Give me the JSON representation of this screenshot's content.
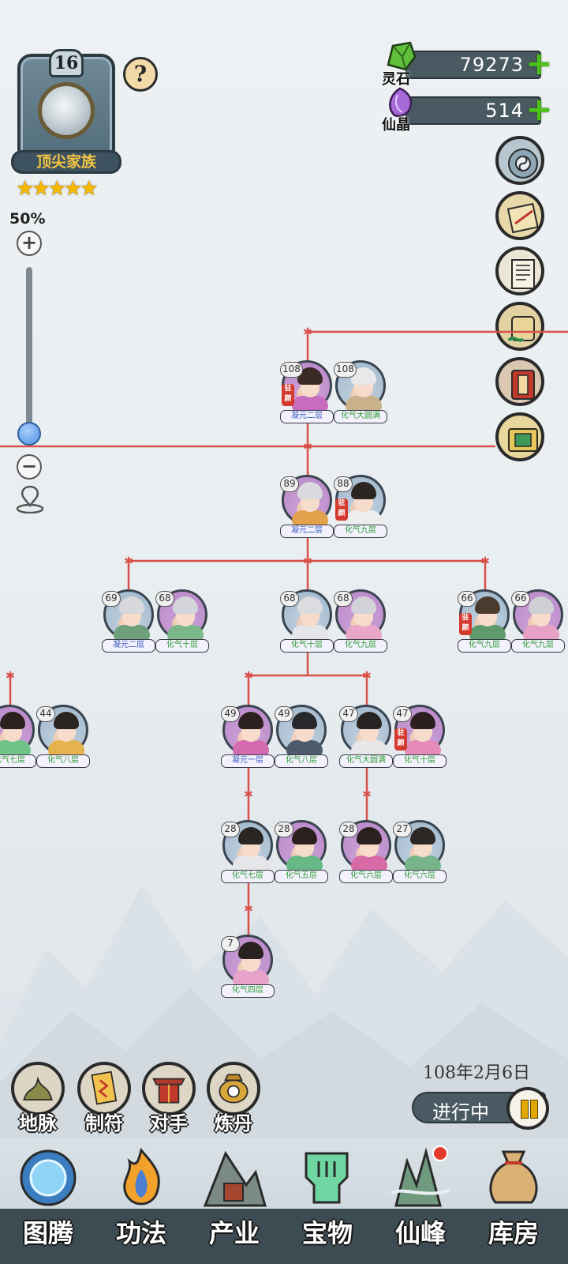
{
  "clan": {
    "level": "16",
    "rank_name": "顶尖家族",
    "stars": "★★★★★",
    "help_label": "?"
  },
  "zoom": {
    "percent": "50%",
    "value": 0.06,
    "plus": "+",
    "minus": "−"
  },
  "currencies": [
    {
      "label": "灵石",
      "value": "79273",
      "plus": "+",
      "color": "#4dc318"
    },
    {
      "label": "仙晶",
      "value": "514",
      "plus": "+",
      "color": "#9b5bd3"
    }
  ],
  "side_buttons": [
    "gear-icon",
    "map-icon",
    "book-icon",
    "scroll-icon",
    "red-book-icon",
    "plaque-icon"
  ],
  "members": [
    {
      "id": "g1a",
      "age": "108",
      "stage": "凝元二层",
      "stage_color": "blue",
      "gender": "f",
      "seal": "驻颜",
      "hair": "#3b2a24",
      "outfit": "#c86cc0"
    },
    {
      "id": "g1b",
      "age": "108",
      "stage": "化气大圆满",
      "stage_color": "green",
      "gender": "m",
      "seal": "",
      "hair": "#e8e8ea",
      "outfit": "#c9b28b"
    },
    {
      "id": "g2a",
      "age": "89",
      "stage": "凝元二层",
      "stage_color": "blue",
      "gender": "f",
      "seal": "",
      "hair": "#d9d9df",
      "outfit": "#e2a14a"
    },
    {
      "id": "g2b",
      "age": "88",
      "stage": "化气九层",
      "stage_color": "green",
      "gender": "m",
      "seal": "驻颜",
      "hair": "#2c2622",
      "outfit": "#eeeeee"
    },
    {
      "id": "g3a",
      "age": "69",
      "stage": "凝元二层",
      "stage_color": "blue",
      "gender": "m",
      "seal": "",
      "hair": "#d7d7dc",
      "outfit": "#6ea07d"
    },
    {
      "id": "g3b",
      "age": "68",
      "stage": "化气十层",
      "stage_color": "green",
      "gender": "f",
      "seal": "",
      "hair": "#d4d4da",
      "outfit": "#7ab88a"
    },
    {
      "id": "g3c",
      "age": "68",
      "stage": "化气十层",
      "stage_color": "green",
      "gender": "m",
      "seal": "",
      "hair": "#dcdce0",
      "outfit": "#e6e6ea"
    },
    {
      "id": "g3d",
      "age": "68",
      "stage": "化气九层",
      "stage_color": "green",
      "gender": "f",
      "seal": "",
      "hair": "#d2d2d8",
      "outfit": "#e8a6c8"
    },
    {
      "id": "g3e",
      "age": "66",
      "stage": "化气九层",
      "stage_color": "green",
      "gender": "m",
      "seal": "驻颜",
      "hair": "#4b3a2e",
      "outfit": "#5f9a6a"
    },
    {
      "id": "g3f",
      "age": "66",
      "stage": "化气九层",
      "stage_color": "green",
      "gender": "f",
      "seal": "",
      "hair": "#cfcfd4",
      "outfit": "#e7a1c6"
    },
    {
      "id": "g4a",
      "age": "",
      "stage": "化气七层",
      "stage_color": "green",
      "gender": "f",
      "seal": "",
      "hair": "#2b2220",
      "outfit": "#6ec489"
    },
    {
      "id": "g4b",
      "age": "44",
      "stage": "化气八层",
      "stage_color": "green",
      "gender": "m",
      "seal": "",
      "hair": "#2a2420",
      "outfit": "#e4b24e"
    },
    {
      "id": "g4c",
      "age": "49",
      "stage": "凝元一层",
      "stage_color": "blue",
      "gender": "f",
      "seal": "",
      "hair": "#2c211e",
      "outfit": "#d46ab0"
    },
    {
      "id": "g4d",
      "age": "49",
      "stage": "化气八层",
      "stage_color": "green",
      "gender": "m",
      "seal": "",
      "hair": "#27282c",
      "outfit": "#4d5a6b"
    },
    {
      "id": "g4e",
      "age": "47",
      "stage": "化气大圆满",
      "stage_color": "green",
      "gender": "m",
      "seal": "",
      "hair": "#262322",
      "outfit": "#e7e7ea"
    },
    {
      "id": "g4f",
      "age": "47",
      "stage": "化气十层",
      "stage_color": "green",
      "gender": "f",
      "seal": "驻颜",
      "hair": "#2a1f1e",
      "outfit": "#e58bb8"
    },
    {
      "id": "g5a",
      "age": "28",
      "stage": "化气七层",
      "stage_color": "green",
      "gender": "m",
      "seal": "",
      "hair": "#2a2624",
      "outfit": "#e6e6ea"
    },
    {
      "id": "g5b",
      "age": "28",
      "stage": "化气五层",
      "stage_color": "green",
      "gender": "f",
      "seal": "",
      "hair": "#2b1f1f",
      "outfit": "#66b884"
    },
    {
      "id": "g5c",
      "age": "28",
      "stage": "化气六层",
      "stage_color": "green",
      "gender": "f",
      "seal": "",
      "hair": "#2a201d",
      "outfit": "#d96aa8"
    },
    {
      "id": "g5d",
      "age": "27",
      "stage": "化气六层",
      "stage_color": "green",
      "gender": "m",
      "seal": "",
      "hair": "#2d2825",
      "outfit": "#77b48a"
    },
    {
      "id": "g6a",
      "age": "7",
      "stage": "化气四层",
      "stage_color": "green",
      "gender": "f",
      "seal": "",
      "hair": "#2a2220",
      "outfit": "#e6a2c9"
    }
  ],
  "date": "108年2月6日",
  "status": "进行中",
  "quick_actions": [
    {
      "label": "地脉",
      "icon": "earth-vein-icon"
    },
    {
      "label": "制符",
      "icon": "talisman-icon"
    },
    {
      "label": "对手",
      "icon": "rival-gate-icon"
    },
    {
      "label": "炼丹",
      "icon": "alchemy-furnace-icon"
    }
  ],
  "nav": [
    {
      "label": "图腾",
      "icon": "totem-icon",
      "badge": false
    },
    {
      "label": "功法",
      "icon": "technique-flame-icon",
      "badge": false
    },
    {
      "label": "产业",
      "icon": "industry-mountain-icon",
      "badge": false
    },
    {
      "label": "宝物",
      "icon": "treasure-icon",
      "badge": false
    },
    {
      "label": "仙峰",
      "icon": "immortal-peak-icon",
      "badge": true
    },
    {
      "label": "库房",
      "icon": "storehouse-bag-icon",
      "badge": false
    }
  ]
}
